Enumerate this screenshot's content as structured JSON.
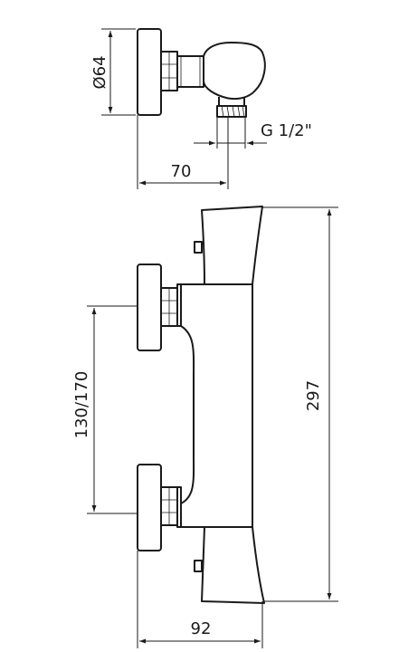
{
  "drawing": {
    "top_view": {
      "diameter_label": "Ø64",
      "thread_label": "G 1/2\"",
      "depth_label": "70"
    },
    "front_view": {
      "height_label": "297",
      "spacing_label": "130/170",
      "width_label": "92"
    }
  }
}
